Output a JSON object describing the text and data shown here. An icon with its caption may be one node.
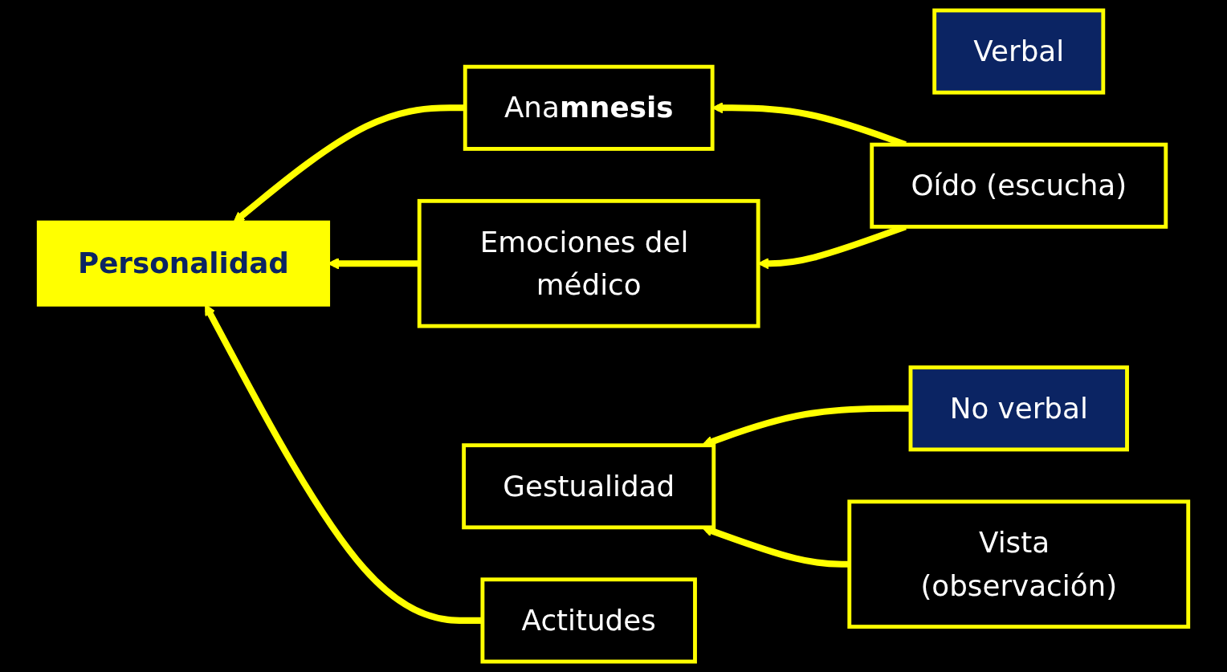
{
  "diagram": {
    "nodes": [
      {
        "text": [
          "Verbal"
        ]
      },
      {
        "text": [
          "Ana**mnesis**"
        ]
      },
      {
        "text": [
          "Personalidad"
        ]
      },
      {
        "text": [
          "Actitudes"
        ]
      },
      {
        "text": [
          "Vista (observación)"
        ]
      },
      {
        "text": [
          "Gestualidad"
        ]
      },
      {
        "text": [
          "Oído (escucha)"
        ]
      },
      {
        "text": [
          "No verbal"
        ]
      },
      {
        "text": [
          "Emociones del médico"
        ]
      }
    ],
    "edges": [
      {
        "from": 1,
        "to": 2,
        "arrow": "to"
      },
      {
        "from": 8,
        "to": 2,
        "arrow": "to"
      },
      {
        "from": 7,
        "to": 5,
        "arrow": "to"
      },
      {
        "from": 3,
        "to": 2,
        "arrow": "to"
      },
      {
        "from": 4,
        "to": 5,
        "arrow": "to"
      },
      {
        "from": 6,
        "to": 1,
        "arrow": "to"
      },
      {
        "from": 6,
        "to": 8,
        "arrow": "to"
      }
    ]
  }
}
